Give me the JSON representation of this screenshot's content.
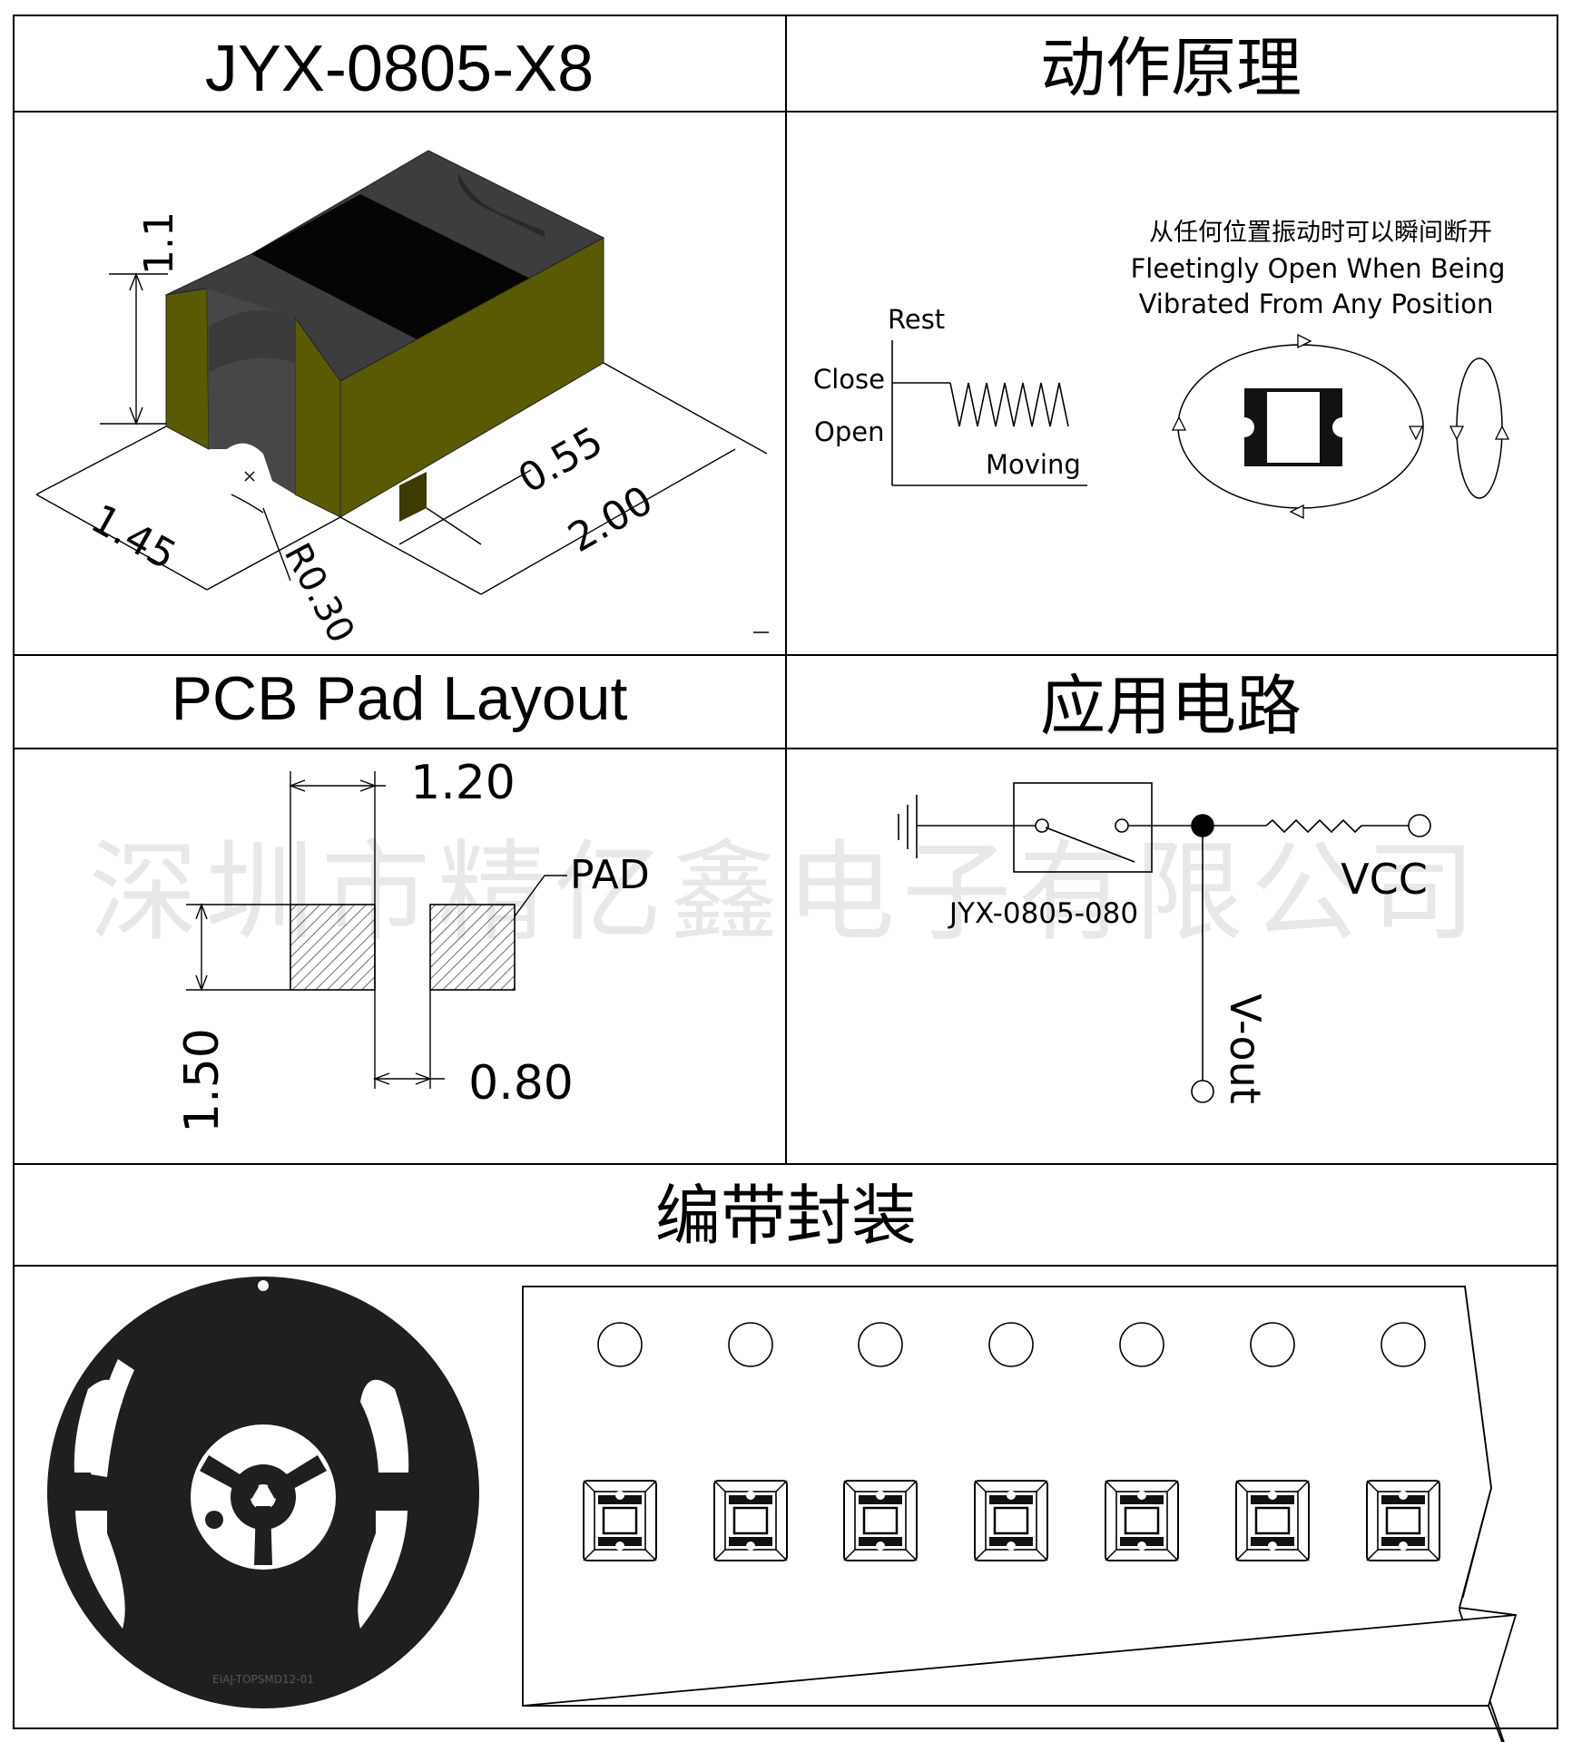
{
  "headers": {
    "model": "JYX-0805-X8",
    "principle": "动作原理",
    "pcb": "PCB Pad Layout",
    "circuit": "应用电路",
    "tape": "编带封装"
  },
  "component_3d": {
    "dim_height": "1.1",
    "dim_length": "2.00",
    "dim_width": "1.45",
    "dim_pad": "0.55",
    "dim_radius": "R0.30",
    "colors": {
      "top_dark": "#3d3d3d",
      "top_black": "#050505",
      "side_olive": "#5a5a05",
      "body_grey": "#474747"
    }
  },
  "principle": {
    "caption_cn": "从任何位置振动时可以瞬间断开",
    "caption_en_1": "Fleetingly Open When Being",
    "caption_en_2": "Vibrated From Any Position",
    "label_rest": "Rest",
    "label_close": "Close",
    "label_open": "Open",
    "label_moving": "Moving"
  },
  "pcb": {
    "dim_top": "1.20",
    "dim_gap": "0.80",
    "dim_height": "1.50",
    "pad_label": "PAD"
  },
  "circuit": {
    "part_label": "JYX-0805-080",
    "vcc_label": "VCC",
    "vout_label": "V-out"
  },
  "watermark": "深圳市精亿鑫电子有限公司",
  "reel": {
    "label": "EIAJ-TOPSMD12-01",
    "color": "#1f1f1f"
  }
}
